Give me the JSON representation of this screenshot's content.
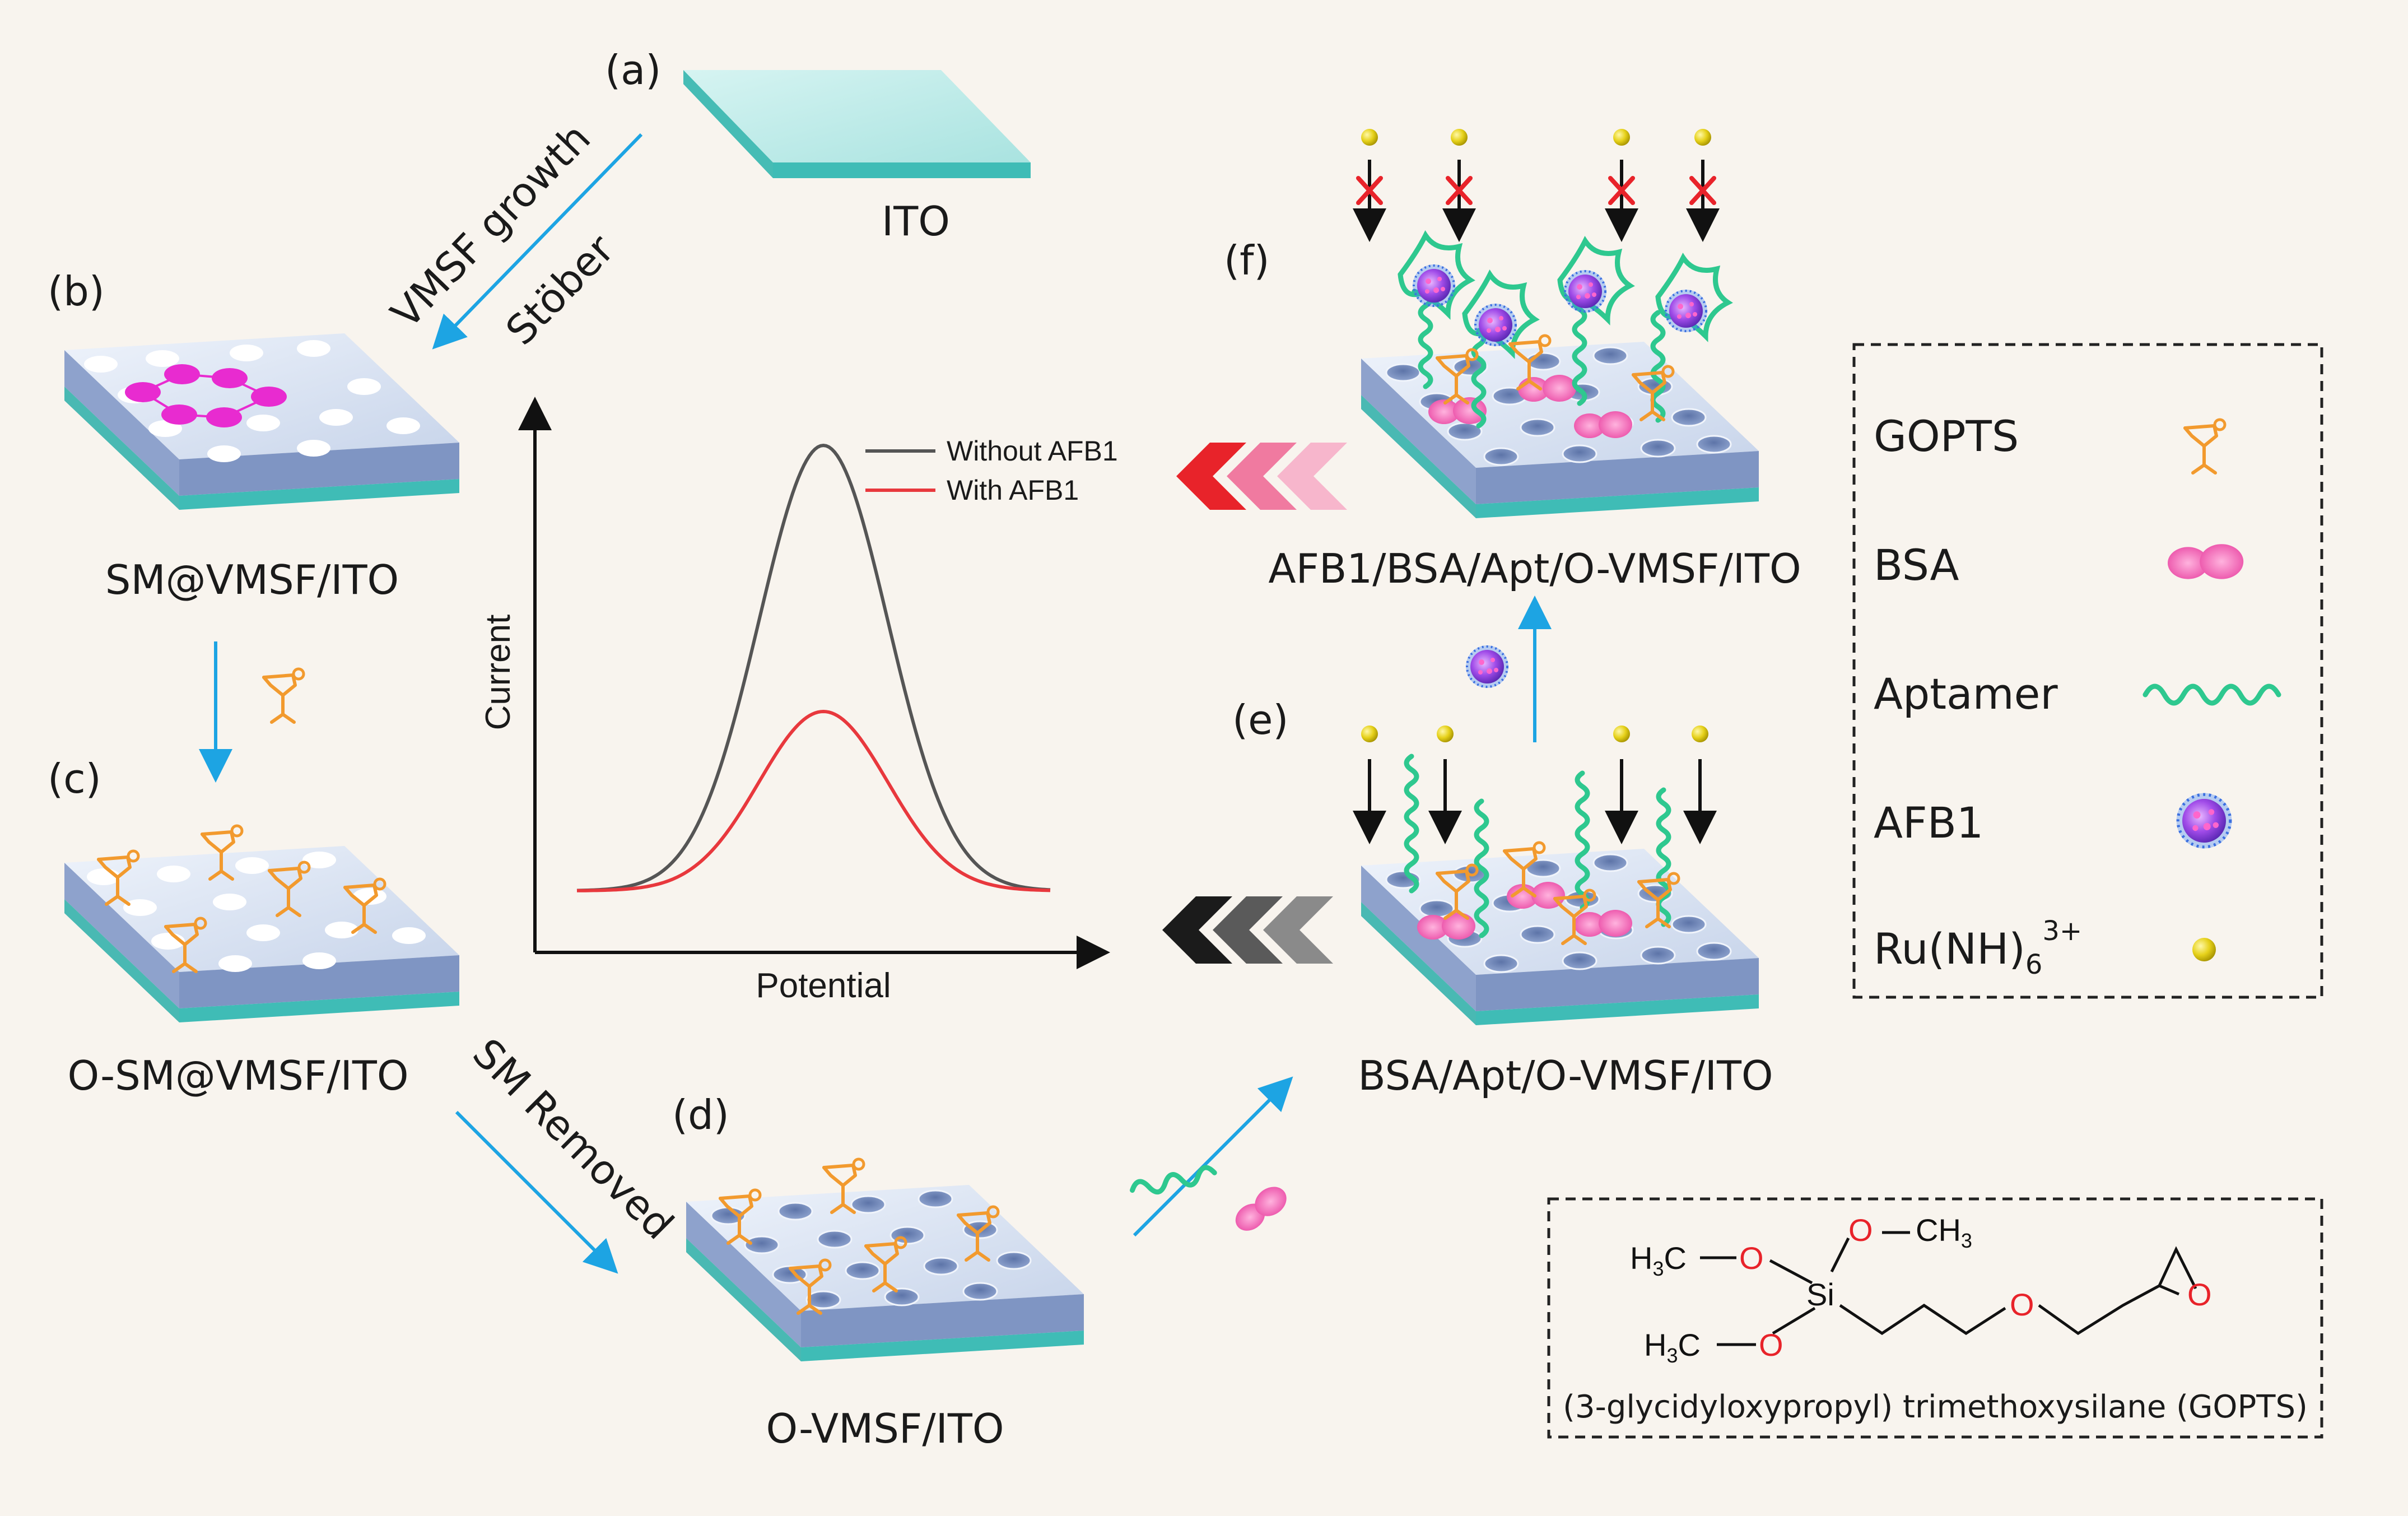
{
  "panels": {
    "a": "(a)",
    "b": "(b)",
    "c": "(c)",
    "d": "(d)",
    "e": "(e)",
    "f": "(f)"
  },
  "stages": {
    "ito": "ITO",
    "sm_vmsf": "SM@VMSF/ITO",
    "o_sm_vmsf": "O-SM@VMSF/ITO",
    "o_vmsf": "O-VMSF/ITO",
    "bsa_apt": "BSA/Apt/O-VMSF/ITO",
    "afb1_bsa_apt": "AFB1/BSA/Apt/O-VMSF/ITO"
  },
  "steps": {
    "vmsf_growth": "VMSF growth",
    "stober": "Stöber",
    "sm_removed": "SM Removed"
  },
  "plot": {
    "ylabel": "Current",
    "xlabel": "Potential",
    "legend": [
      {
        "name": "Without AFB1",
        "color": "#555555"
      },
      {
        "name": "With AFB1",
        "color": "#e8383d"
      }
    ]
  },
  "legend_box": {
    "items": [
      {
        "label": "GOPTS",
        "icon": "gopts-icon"
      },
      {
        "label": "BSA",
        "icon": "bsa-icon"
      },
      {
        "label": "Aptamer",
        "icon": "aptamer-icon"
      },
      {
        "label": "AFB1",
        "icon": "afb1-icon"
      },
      {
        "label": "Ru(NH)",
        "sub": "6",
        "sup": "3+",
        "icon": "ru-complex-icon"
      }
    ]
  },
  "structure_box": {
    "atoms": {
      "o": "O",
      "si": "Si",
      "ch3": "CH",
      "h3c": "H",
      "c": "C",
      "three": "3"
    },
    "caption": "(3-glycidyloxypropyl) trimethoxysilane (GOPTS)"
  },
  "colors": {
    "background": "#f8f4ee",
    "arrow_blue": "#1da4e3",
    "slab_top": "#dbe5f4",
    "slab_side": "#8ea2cc",
    "ito_layer": "#3fbcb6",
    "surfactant": "#e82bd0",
    "gopts": "#f29a2e",
    "aptamer": "#2ec88f",
    "bsa": "#f266b4",
    "afb1": "#7b3fe4",
    "ru": "#e6d11a",
    "blocked": "#e8232a"
  }
}
